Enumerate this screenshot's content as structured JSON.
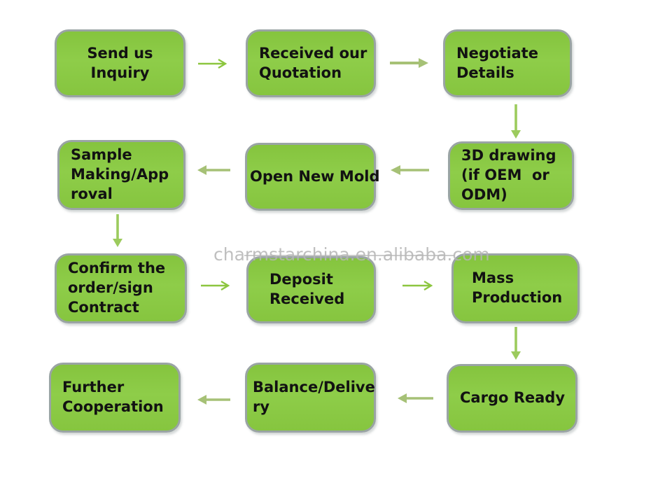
{
  "diagram": {
    "type": "flowchart",
    "watermark": "charmstarchina.en.alibaba.com",
    "colors": {
      "box_fill": "#8ecd49",
      "box_fill_top": "#85c43e",
      "box_fill_bot": "#86c53f",
      "box_border": "#9aa4a4",
      "node_text": "#121212",
      "arrow_green": "#8cc63f",
      "arrow_olive": "#a6c176",
      "arrow_lightgreen": "#9ccb5d",
      "watermark": "#b5b5b5"
    },
    "nodes": [
      {
        "id": "send-us-inquiry",
        "label": "Send us\nInquiry"
      },
      {
        "id": "received-our-quotation",
        "label": "Received our\nQuotation"
      },
      {
        "id": "negotiate-details",
        "label": "Negotiate\nDetails"
      },
      {
        "id": "sample-making-approval",
        "label": "Sample\nMaking/App\nroval"
      },
      {
        "id": "open-new-mold",
        "label": "Open New Mold"
      },
      {
        "id": "three-d-drawing",
        "label": "3D drawing\n(if OEM  or\nODM)"
      },
      {
        "id": "confirm-order",
        "label": "Confirm the\norder/sign\nContract"
      },
      {
        "id": "deposit-received",
        "label": "Deposit\nReceived"
      },
      {
        "id": "mass-production",
        "label": "Mass\nProduction"
      },
      {
        "id": "further-cooperation",
        "label": "Further\nCooperation"
      },
      {
        "id": "balance-delivery",
        "label": "Balance/Delive\nry"
      },
      {
        "id": "cargo-ready",
        "label": "Cargo Ready"
      }
    ],
    "edges": [
      {
        "from": "send-us-inquiry",
        "to": "received-our-quotation",
        "direction": "right"
      },
      {
        "from": "received-our-quotation",
        "to": "negotiate-details",
        "direction": "right"
      },
      {
        "from": "negotiate-details",
        "to": "three-d-drawing",
        "direction": "down"
      },
      {
        "from": "three-d-drawing",
        "to": "open-new-mold",
        "direction": "left"
      },
      {
        "from": "open-new-mold",
        "to": "sample-making-approval",
        "direction": "left"
      },
      {
        "from": "sample-making-approval",
        "to": "confirm-order",
        "direction": "down"
      },
      {
        "from": "confirm-order",
        "to": "deposit-received",
        "direction": "right"
      },
      {
        "from": "deposit-received",
        "to": "mass-production",
        "direction": "right"
      },
      {
        "from": "mass-production",
        "to": "cargo-ready",
        "direction": "down"
      },
      {
        "from": "cargo-ready",
        "to": "balance-delivery",
        "direction": "left"
      },
      {
        "from": "balance-delivery",
        "to": "further-cooperation",
        "direction": "left"
      }
    ]
  }
}
